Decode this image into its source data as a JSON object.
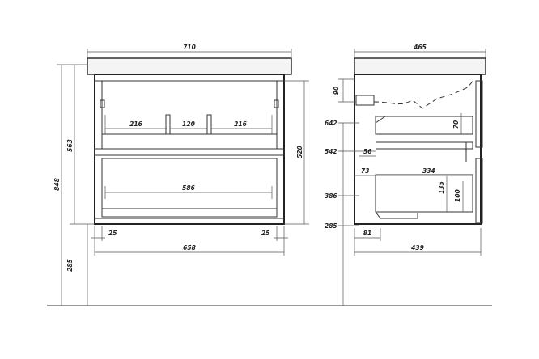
{
  "front_view": {
    "top_width": "710",
    "shelf_left": "216",
    "shelf_gap": "120",
    "shelf_right": "216",
    "drawer_inner": "586",
    "side_left": "25",
    "side_right": "25",
    "bottom_width": "658",
    "total_height": "848",
    "body_height": "563",
    "cabinet_height": "520",
    "mount_height": "285"
  },
  "side_view": {
    "top_depth": "465",
    "pipe_height": "90",
    "level_642": "642",
    "level_542": "542",
    "level_386": "386",
    "level_285": "285",
    "upper_drawer_height": "70",
    "offset_56": "56",
    "offset_73": "73",
    "drawer_depth": "334",
    "lower_drawer_height": "135",
    "lower_inner_height": "100",
    "base_offset": "81",
    "bottom_depth": "439"
  }
}
